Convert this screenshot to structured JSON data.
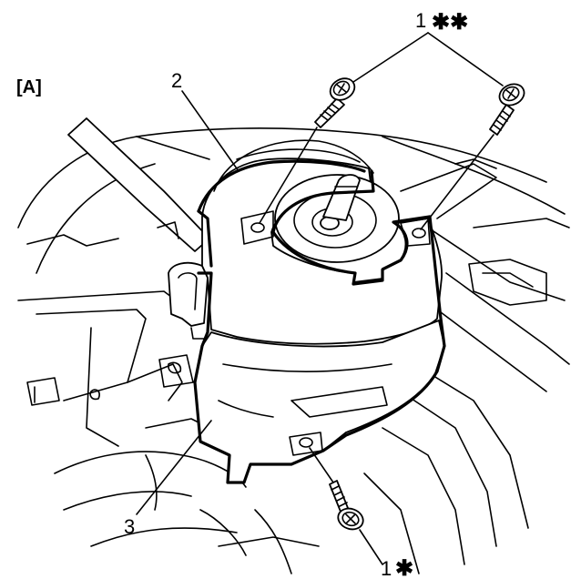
{
  "diagram": {
    "panel_label": "[A]",
    "callouts": [
      {
        "id": "upper-screws",
        "number": "1",
        "mark": "✱✱"
      },
      {
        "id": "cover-upper",
        "number": "2",
        "mark": ""
      },
      {
        "id": "cover-lower",
        "number": "3",
        "mark": ""
      },
      {
        "id": "lower-screw",
        "number": "1",
        "mark": "✱"
      }
    ],
    "colors": {
      "ink": "#000000",
      "paper": "#ffffff"
    }
  }
}
